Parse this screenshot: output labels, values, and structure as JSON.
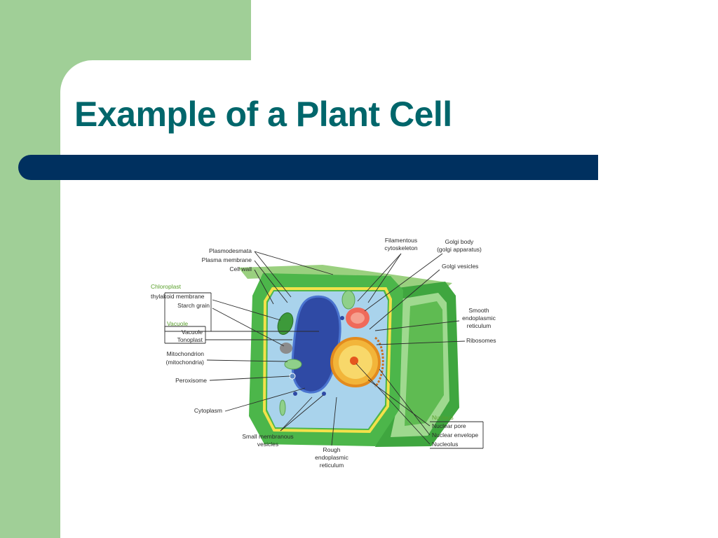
{
  "slide": {
    "title": "Example of a Plant Cell",
    "colors": {
      "side_panel": "#a0cf97",
      "title_text": "#00666b",
      "title_bar": "#00305f",
      "group_label": "#5aa02c"
    }
  },
  "diagram": {
    "labels": {
      "plasmodesmata": "Plasmodesmata",
      "plasma_membrane": "Plasma membrane",
      "cell_wall": "Cell wall",
      "chloroplast": "Chloroplast",
      "thylakoid_membrane": "thylakoid membrane",
      "starch_grain": "Starch grain",
      "vacuole_group": "Vacuole",
      "vacuole": "Vacuole",
      "tonoplast": "Tonoplast",
      "mitochondrion_1": "Mitochondrion",
      "mitochondrion_2": "(mitochondria)",
      "peroxisome": "Peroxisome",
      "cytoplasm": "Cytoplasm",
      "small_vesicles_1": "Small membranous",
      "small_vesicles_2": "vesicles",
      "rough_er_1": "Rough",
      "rough_er_2": "endoplasmic",
      "rough_er_3": "reticulum",
      "filamentous_1": "Filamentous",
      "filamentous_2": "cytoskeleton",
      "golgi_body_1": "Golgi body",
      "golgi_body_2": "(golgi apparatus)",
      "golgi_vesicles": "Golgi vesicles",
      "smooth_er_1": "Smooth",
      "smooth_er_2": "endoplasmic",
      "smooth_er_3": "reticulum",
      "ribosomes": "Ribosomes",
      "nucleus": "Nucleus",
      "nuclear_pore": "Nuclear pore",
      "nuclear_envelope": "Nuclear envelope",
      "nucleolus": "Nucleolus"
    }
  }
}
